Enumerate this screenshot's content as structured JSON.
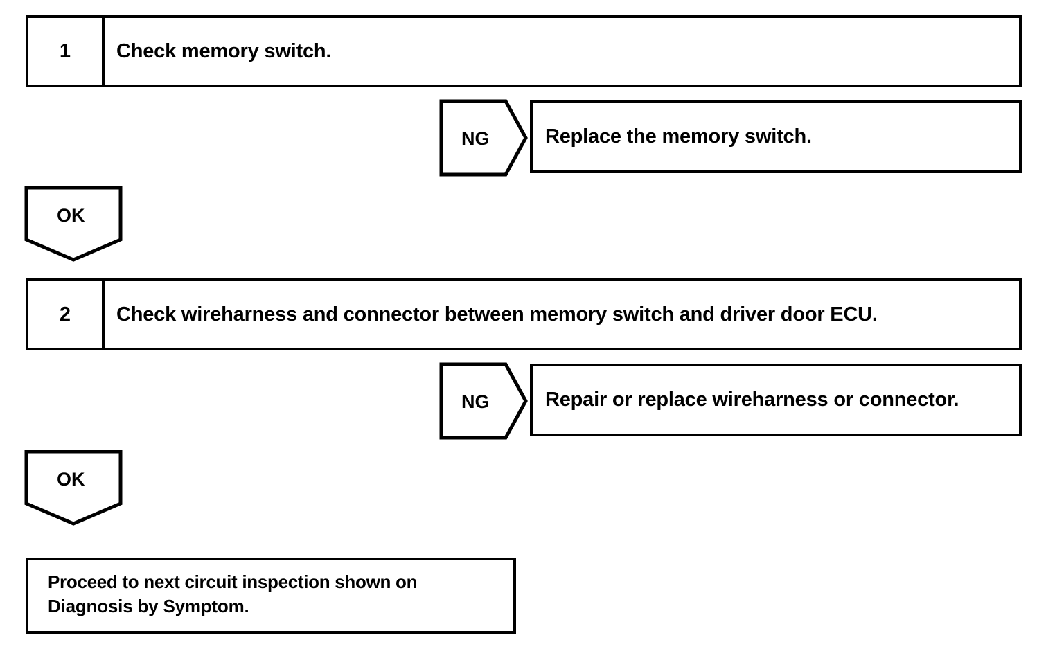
{
  "diagram": {
    "type": "troubleshooting-flowchart",
    "steps": [
      {
        "number": "1",
        "text": "Check memory switch.",
        "ng": {
          "label": "NG",
          "result": "Replace the memory switch."
        },
        "ok": {
          "label": "OK"
        }
      },
      {
        "number": "2",
        "text": "Check wireharness and connector between memory switch and driver door ECU.",
        "ng": {
          "label": "NG",
          "result": "Repair or replace wireharness or connector."
        },
        "ok": {
          "label": "OK"
        }
      }
    ],
    "final": {
      "line1": "Proceed to next circuit inspection shown on",
      "line2": "Diagnosis by Symptom."
    }
  }
}
